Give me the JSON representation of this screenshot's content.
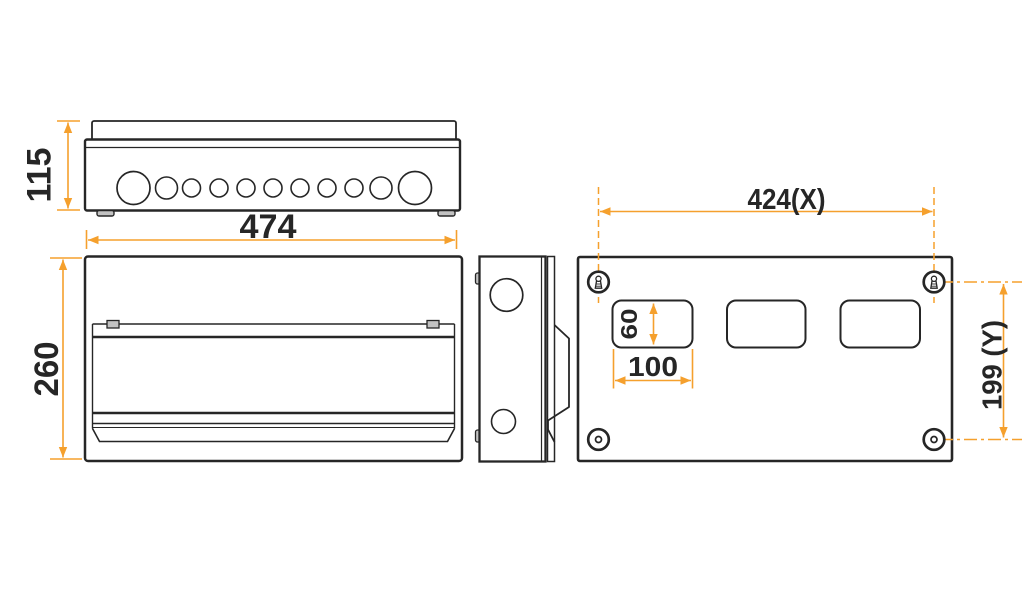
{
  "colors": {
    "line": "#262626",
    "dimension": "#f5a02d",
    "background": "#ffffff",
    "metal_fill": "#c2c2c2"
  },
  "dimensions": {
    "top_view_height": "115",
    "top_view_width": "474",
    "front_view_height": "260",
    "mount_hole_spacing_x": "424(X)",
    "mount_hole_spacing_y": "199 (Y)",
    "knockout_height": "60",
    "knockout_width": "100"
  }
}
